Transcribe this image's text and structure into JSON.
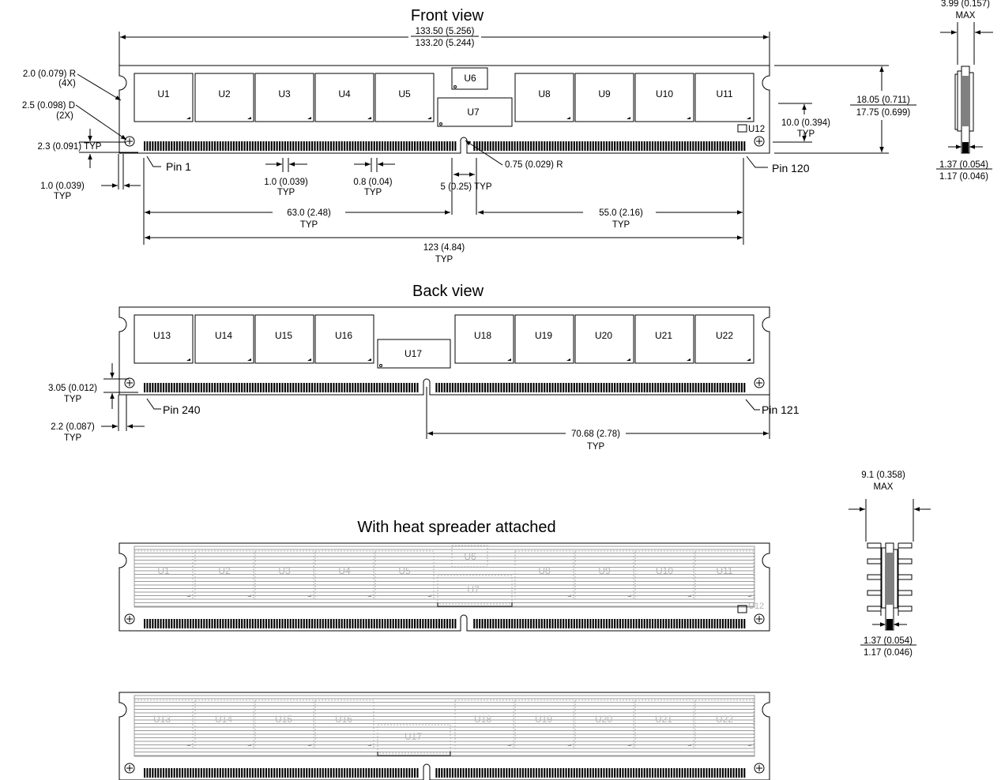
{
  "titles": {
    "front": "Front view",
    "back": "Back view",
    "heat": "With heat spreader attached"
  },
  "front_chips": [
    "U1",
    "U2",
    "U3",
    "U4",
    "U5",
    "U6",
    "U7",
    "U8",
    "U9",
    "U10",
    "U11",
    "U12"
  ],
  "back_chips": [
    "U13",
    "U14",
    "U15",
    "U16",
    "U17",
    "U18",
    "U19",
    "U20",
    "U21",
    "U22"
  ],
  "pins": {
    "front_left": "Pin 1",
    "front_right": "Pin 120",
    "back_left": "Pin 240",
    "back_right": "Pin 121"
  },
  "dims": {
    "length_max": "133.50 (5.256)",
    "length_min": "133.20 (5.244)",
    "hole_r": "2.0 (0.079) R",
    "hole_r_qty": "(4X)",
    "hole_d": "2.5 (0.098) D",
    "hole_d_qty": "(2X)",
    "edge_h": "2.3 (0.091) TYP",
    "edge_w": "1.0 (0.039)",
    "edge_w_typ": "TYP",
    "pin_w": "1.0 (0.039)",
    "pin_w_typ": "TYP",
    "pin_pitch": "0.8 (0.04)",
    "pin_pitch_typ": "TYP",
    "notch_r": "0.75 (0.029) R",
    "notch_w": "5 (0.25) TYP",
    "left_len": "63.0 (2.48)",
    "left_len_typ": "TYP",
    "right_len": "55.0 (2.16)",
    "right_len_typ": "TYP",
    "contacts_len": "123 (4.84)",
    "contacts_len_typ": "TYP",
    "hole_h": "10.0 (0.394)",
    "hole_h_typ": "TYP",
    "height_max": "18.05 (0.711)",
    "height_min": "17.75 (0.699)",
    "thick_max": "3.99 (0.157)",
    "thick_max_lbl": "MAX",
    "pcb_t_max": "1.37 (0.054)",
    "pcb_t_min": "1.17 (0.046)",
    "back_edge_h": "3.05 (0.012)",
    "back_edge_h_typ": "TYP",
    "back_edge_w": "2.2 (0.087)",
    "back_edge_w_typ": "TYP",
    "back_right_len": "70.68 (2.78)",
    "back_right_len_typ": "TYP",
    "heat_thick": "9.1 (0.358)",
    "heat_thick_lbl": "MAX",
    "heat_pcb_max": "1.37 (0.054)",
    "heat_pcb_min": "1.17 (0.046)"
  }
}
